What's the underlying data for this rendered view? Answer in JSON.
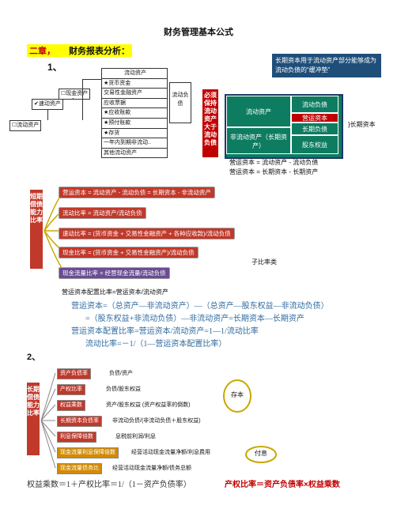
{
  "title": "财务管理基本公式",
  "chapter": {
    "prefix": "二章，",
    "label": "财务报表分析："
  },
  "section1": "1、",
  "section2": "2、",
  "tree": {
    "root": "流动资产",
    "sub1": "速动资产",
    "sub2": "现金资产",
    "category": "流动资产",
    "items": [
      "★货币资金",
      "交易性金融资产",
      "应收票据",
      "★应收账款",
      "★预付账款",
      "★存货",
      "一年内到期非流动..",
      "其他流动资产"
    ],
    "right": "流动负债"
  },
  "blue_note": "长期资本用于流动资产部分能够成为流动负债的“缓冲垫”",
  "red_vertical": "必须保持流动资产大于流动负债",
  "grid": {
    "left_top": "流动资产",
    "right_top": "流动负债",
    "working_capital": "营运资本",
    "left_bottom": "非流动资产（长期资产）",
    "right_bottom1": "长期负债",
    "right_bottom2": "股东权益",
    "side_label": "长期资本"
  },
  "formulas_top": [
    "营运资本 = 流动资产 - 流动负债",
    "营运资本 = 长期资本 - 长期资产"
  ],
  "short_term": {
    "label": "短期偿债能力比率",
    "rows": [
      "营运资本 = 流动资产 - 流动负债 = 长期资本 - 非流动资产",
      "流动比率 = 流动资产/流动负债",
      "速动比率 = (货币资金 + 交易性金融资产 + 各种应收款)/流动负债",
      "现金比率 = (货币资金 + 交易性金融资产)/流动负债",
      "现金流量比率 = 经营现金流量/流动负债"
    ],
    "subnote": "子比率类",
    "footer": "营运资本配置比率=营运资本/流动资产"
  },
  "text_lines": [
    "营运资本=（总资产—非流动资产）—（总资产—股东权益—非流动负债）",
    "=（股东权益+非流动负债）—非流动资产=长期资本—长期资产",
    "营运资本配置比率=营运资本/流动资产=1—1/流动比率",
    "流动比率=－1/（1—营运资本配置比率）"
  ],
  "long_term": {
    "label": "长期偿债能力比率",
    "rows": [
      {
        "name": "资产负债率",
        "desc": "负债/资产"
      },
      {
        "name": "产权比率",
        "desc": "负债/股东权益"
      },
      {
        "name": "权益乘数",
        "desc": "资产/股东权益 (资产权益率的倒数)"
      },
      {
        "name": "长期资本负债率",
        "desc": "非流动负债/(非流动负债＋股东权益)"
      },
      {
        "name": "利息保障倍数",
        "desc": "息税前利润/利息"
      },
      {
        "name": "现金流量利息保障倍数",
        "desc": "经营活动现金流量净额/利息费用"
      },
      {
        "name": "现金流量债务比",
        "desc": "经营活动现金流量净额/债务总额"
      }
    ],
    "tag1": "存本",
    "tag2": "付息"
  },
  "bottom_line": "权益乘数＝1＋产权比率＝1/（1－资产负债率）",
  "bottom_red": "产权比率＝资产负债率×权益乘数"
}
